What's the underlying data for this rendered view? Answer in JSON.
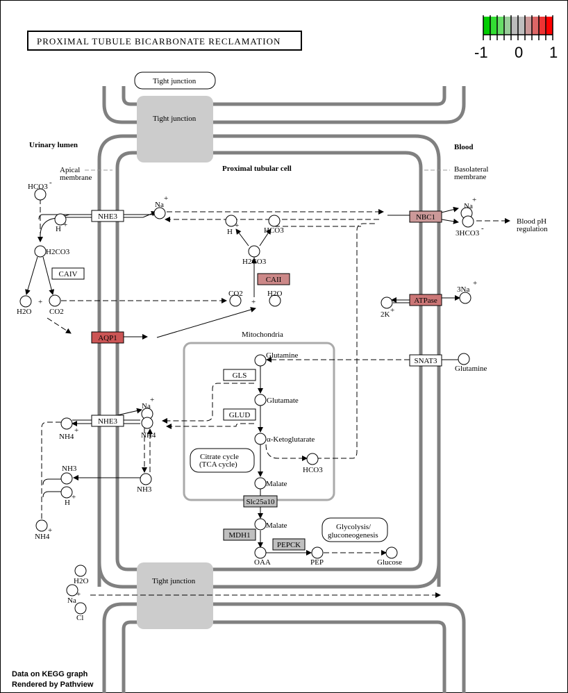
{
  "title": "PROXIMAL TUBULE BICARBONATE RECLAMATION",
  "color_scale": {
    "labels": [
      "-1",
      "0",
      "1"
    ],
    "colors": [
      "#00cc00",
      "#33dd33",
      "#66dd66",
      "#99cc99",
      "#bbbbbb",
      "#bfbfbf",
      "#cc9999",
      "#dd6666",
      "#ee3333",
      "#ff0000"
    ]
  },
  "footer": [
    "Data on KEGG graph",
    "Rendered by Pathview"
  ],
  "regions": {
    "urinary_lumen": "Urinary lumen",
    "blood": "Blood",
    "cell": "Proximal tubular cell",
    "apical": [
      "Apical",
      "membrane"
    ],
    "basolateral": [
      "Basolateral",
      "membrane"
    ],
    "mitochondria": "Mitochondria",
    "tight_junction": "Tight junction",
    "tca": [
      "Citrate cycle",
      "(TCA cycle)"
    ],
    "glycolysis": [
      "Glycolysis/",
      "gluconeogenesis"
    ],
    "blood_ph": [
      "Blood pH",
      "regulation"
    ]
  },
  "genes": [
    {
      "id": "nhe3-top",
      "label": "NHE3",
      "color": "#ffffff"
    },
    {
      "id": "nbc1",
      "label": "NBC1",
      "color": "#cc9999"
    },
    {
      "id": "caiv",
      "label": "CAIV",
      "color": "#ffffff"
    },
    {
      "id": "caii",
      "label": "CAII",
      "color": "#cc8888"
    },
    {
      "id": "atpase",
      "label": "ATPase",
      "color": "#cc7777"
    },
    {
      "id": "aqp1",
      "label": "AQP1",
      "color": "#cc5555"
    },
    {
      "id": "snat3",
      "label": "SNAT3",
      "color": "#ffffff"
    },
    {
      "id": "gls",
      "label": "GLS",
      "color": "#ffffff"
    },
    {
      "id": "glud",
      "label": "GLUD",
      "color": "#ffffff"
    },
    {
      "id": "nhe3-bot",
      "label": "NHE3",
      "color": "#ffffff"
    },
    {
      "id": "slc25a10",
      "label": "Slc25a10",
      "color": "#bfbfbf"
    },
    {
      "id": "mdh1",
      "label": "MDH1",
      "color": "#bfbfbf"
    },
    {
      "id": "pepck",
      "label": "PEPCK",
      "color": "#bfbfbf"
    }
  ],
  "compounds": {
    "hco3": "HCO3",
    "h": "H",
    "na": "Na",
    "h2co3": "H2CO3",
    "h2o": "H2O",
    "co2": "CO2",
    "k": "2K",
    "na3": "3Na",
    "hco3_3": "3HCO3",
    "glutamine": "Glutamine",
    "glutamate": "Glutamate",
    "akg": "α-Ketoglutarate",
    "nh4": "NH4",
    "nh3": "NH3",
    "malate": "Malate",
    "oaa": "OAA",
    "pep": "PEP",
    "glucose": "Glucose",
    "cl": "Cl"
  },
  "symbols": {
    "plus": "+",
    "minus": "-"
  }
}
